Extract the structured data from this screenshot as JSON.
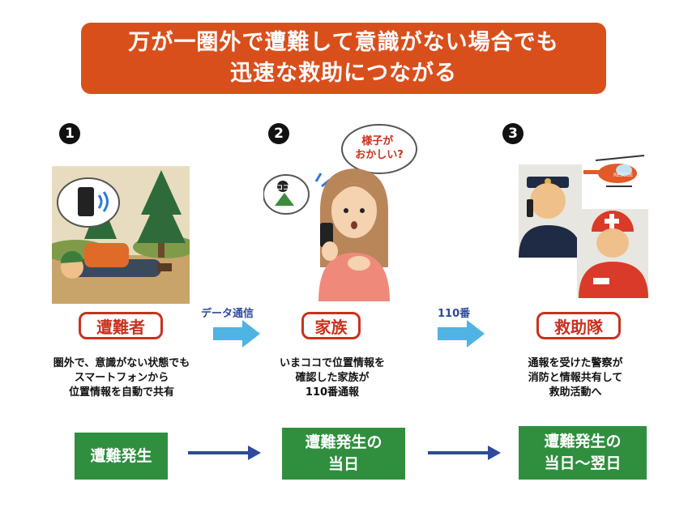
{
  "banner": {
    "line1": "万が一圏外で遭難して意識がない場合でも",
    "line2": "迅速な救助につながる"
  },
  "steps": [
    {
      "num": "1",
      "label": "遭難者",
      "desc": "圏外で、意識がない状態でも\nスマートフォンから\n位置情報を自動で共有"
    },
    {
      "num": "2",
      "label": "家族",
      "desc": "いまココで位置情報を\n確認した家族が\n110番通報"
    },
    {
      "num": "3",
      "label": "救助隊",
      "desc": "通報を受けた警察が\n消防と情報共有して\n救助活動へ"
    }
  ],
  "flow": {
    "arrow1": "データ通信",
    "arrow2": "110番"
  },
  "speech": {
    "family": "様子が\nおかしい?",
    "map_pin": "ココ"
  },
  "rescue_text": "RESCUE",
  "timeline": {
    "t1": "遭難発生",
    "t2": "遭難発生の\n当日",
    "t3": "遭難発生の\n当日〜翌日"
  },
  "colors": {
    "banner": "#d94f1c",
    "label_border": "#c8321e",
    "timeline": "#2f8f3e",
    "arrow_light": "#4fb3e4",
    "arrow_dark": "#2d4a9c"
  }
}
